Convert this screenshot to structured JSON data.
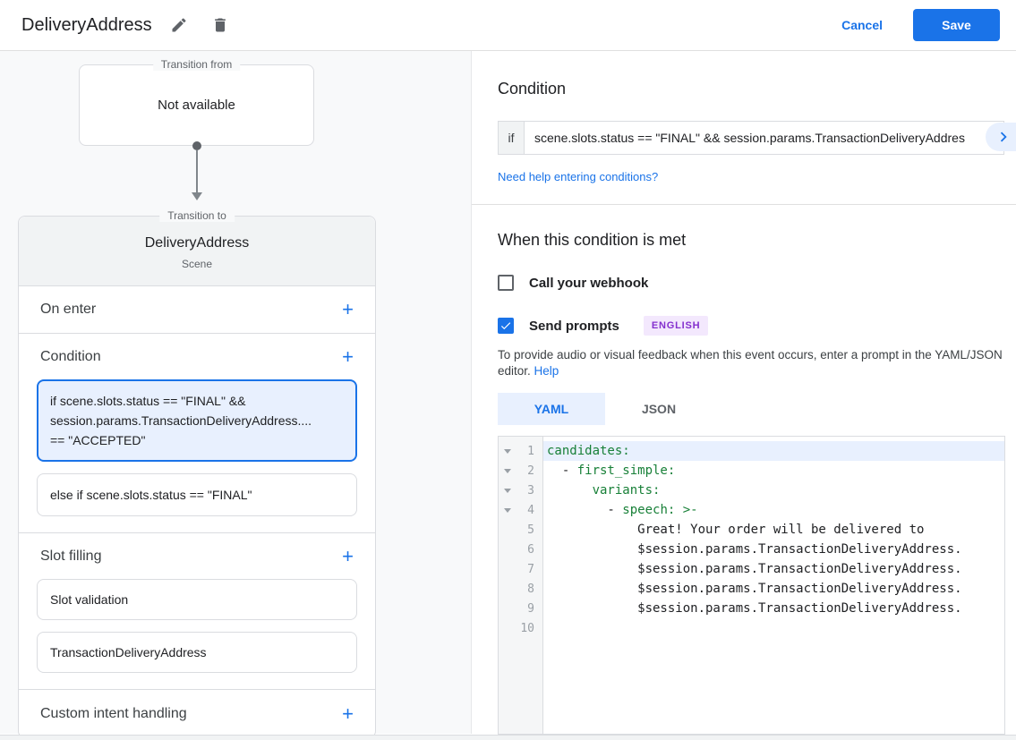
{
  "header": {
    "title": "DeliveryAddress",
    "cancel_label": "Cancel",
    "save_label": "Save"
  },
  "icons": {
    "plus": "+"
  },
  "colors": {
    "accent_blue": "#1a73e8",
    "selection_blue": "#e8f0fe",
    "code_key_green": "#188038",
    "badge_purple_bg": "#f3e8fd",
    "badge_purple_text": "#8430ce"
  },
  "graph": {
    "transition_from_label": "Transition from",
    "transition_from_value": "Not available",
    "transition_to_label": "Transition to"
  },
  "scene": {
    "name": "DeliveryAddress",
    "type": "Scene",
    "on_enter_label": "On enter",
    "condition_label": "Condition",
    "condition_cards": [
      {
        "selected": true,
        "lines": [
          "if scene.slots.status == \"FINAL\" &&",
          "session.params.TransactionDeliveryAddress....",
          "== \"ACCEPTED\""
        ]
      },
      {
        "selected": false,
        "lines": [
          "else if scene.slots.status == \"FINAL\""
        ]
      }
    ],
    "slot_filling_label": "Slot filling",
    "slot_cards": [
      "Slot validation",
      "TransactionDeliveryAddress"
    ],
    "custom_intent_label": "Custom intent handling"
  },
  "condition_panel": {
    "heading": "Condition",
    "if_label": "if",
    "if_value": "scene.slots.status == \"FINAL\" && session.params.TransactionDeliveryAddres",
    "help_link": "Need help entering conditions?"
  },
  "when_met": {
    "heading": "When this condition is met",
    "webhook_label": "Call your webhook",
    "webhook_checked": false,
    "send_prompts_label": "Send prompts",
    "send_prompts_checked": true,
    "language_badge": "ENGLISH",
    "description": "To provide audio or visual feedback when this event occurs, enter a prompt in the YAML/JSON editor.",
    "help_label": "Help"
  },
  "editor": {
    "tabs": [
      {
        "label": "YAML",
        "active": true
      },
      {
        "label": "JSON",
        "active": false
      }
    ],
    "lines": [
      {
        "n": "1",
        "fold": true,
        "hl": true,
        "seg": [
          {
            "t": "candidates:",
            "c": "key"
          }
        ]
      },
      {
        "n": "2",
        "fold": true,
        "seg": [
          {
            "t": "  - ",
            "c": "p"
          },
          {
            "t": "first_simple:",
            "c": "key"
          }
        ]
      },
      {
        "n": "3",
        "fold": true,
        "seg": [
          {
            "t": "      ",
            "c": "p"
          },
          {
            "t": "variants:",
            "c": "key"
          }
        ]
      },
      {
        "n": "4",
        "fold": true,
        "seg": [
          {
            "t": "        - ",
            "c": "p"
          },
          {
            "t": "speech:",
            "c": "key"
          },
          {
            "t": " >-",
            "c": "key"
          }
        ]
      },
      {
        "n": "5",
        "seg": [
          {
            "t": "            Great! Your order will be delivered to",
            "c": "p"
          }
        ]
      },
      {
        "n": "6",
        "seg": [
          {
            "t": "            $session.params.TransactionDeliveryAddress.",
            "c": "p"
          }
        ]
      },
      {
        "n": "7",
        "seg": [
          {
            "t": "            $session.params.TransactionDeliveryAddress.",
            "c": "p"
          }
        ]
      },
      {
        "n": "8",
        "seg": [
          {
            "t": "            $session.params.TransactionDeliveryAddress.",
            "c": "p"
          }
        ]
      },
      {
        "n": "9",
        "seg": [
          {
            "t": "            $session.params.TransactionDeliveryAddress.",
            "c": "p"
          }
        ]
      },
      {
        "n": "10",
        "seg": []
      }
    ]
  }
}
